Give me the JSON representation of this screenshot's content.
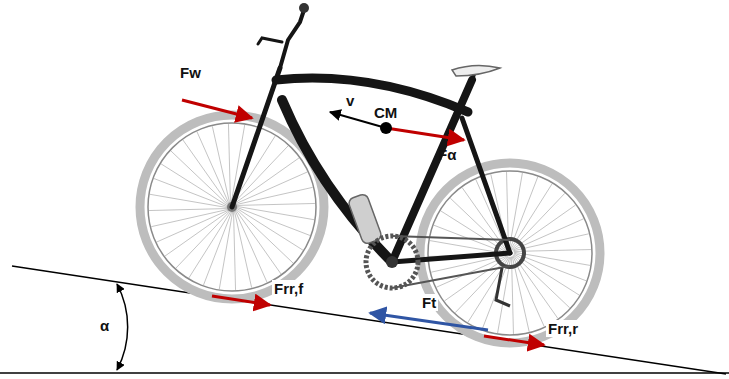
{
  "diagram": {
    "labels": [
      "Fw",
      "v",
      "CM",
      "Fα",
      "Frr,f",
      "Ft",
      "Frr,r",
      "α"
    ]
  }
}
